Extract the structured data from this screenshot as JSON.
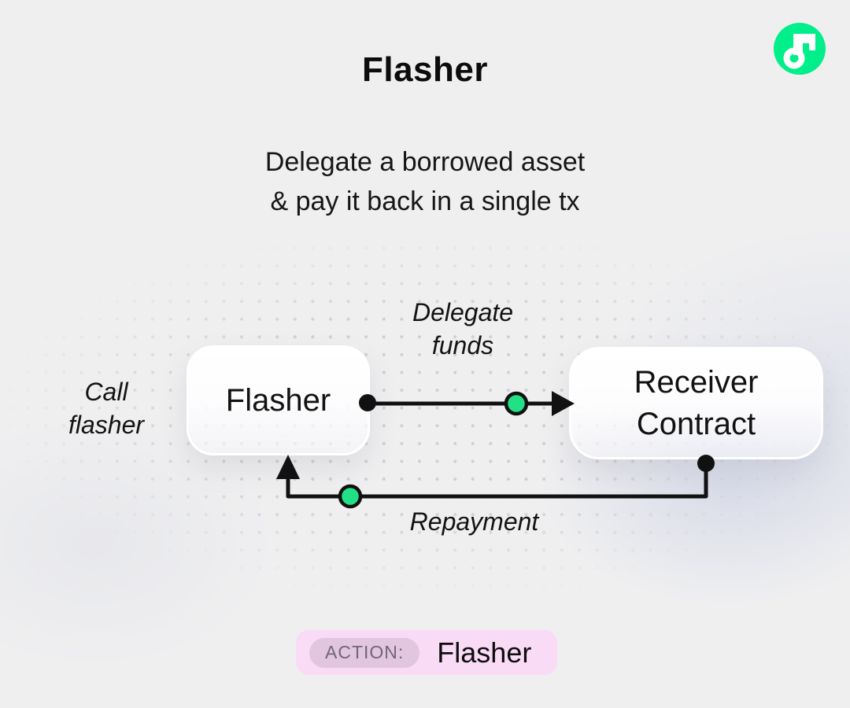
{
  "poster": {
    "title": "Flasher",
    "subtitle": "Delegate a borrowed asset\n& pay it back in a single tx"
  },
  "logo": {
    "name": "flow-logo",
    "brand_green": "#00ef8b"
  },
  "diagram": {
    "type": "flowchart",
    "accent_green": "#22e085",
    "line_color": "#111112",
    "side_label": "Call flasher",
    "nodes": [
      {
        "id": "flasher",
        "label": "Flasher"
      },
      {
        "id": "receiver",
        "label": "Receiver Contract"
      }
    ],
    "edges": [
      {
        "from": "flasher",
        "to": "receiver",
        "label": "Delegate funds",
        "direction": "right"
      },
      {
        "from": "receiver",
        "to": "flasher",
        "label": "Repayment",
        "direction": "left"
      }
    ]
  },
  "action": {
    "badge": "ACTION:",
    "value": "Flasher",
    "pill_color": "#f9dbf6",
    "badge_color": "#e2c5de"
  }
}
